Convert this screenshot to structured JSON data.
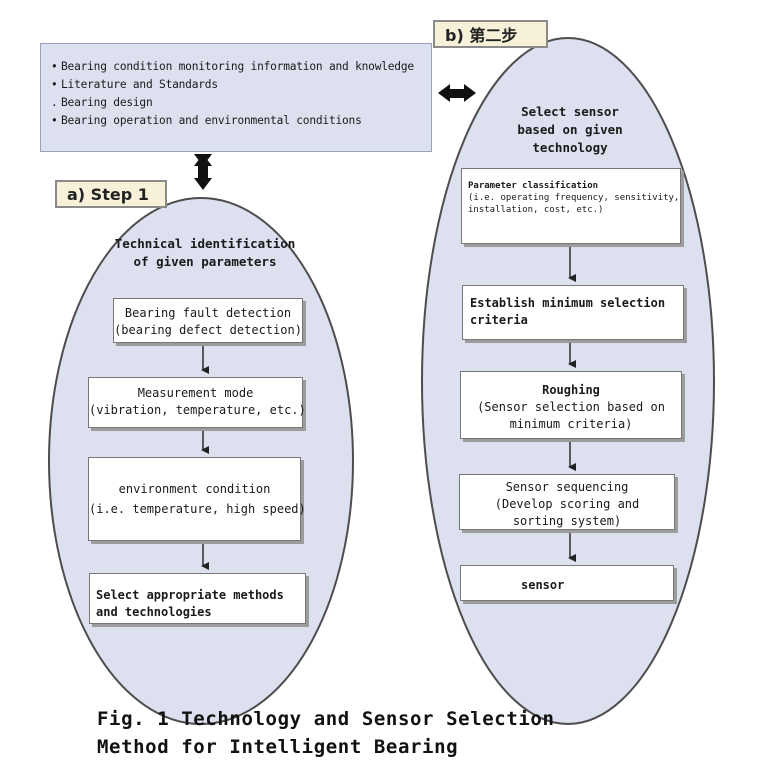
{
  "info_box": {
    "lines": [
      {
        "bullet": "•",
        "text": "Bearing condition monitoring information and knowledge"
      },
      {
        "bullet": "•",
        "text": "Literature and Standards"
      },
      {
        "bullet": ".",
        "text": "Bearing design"
      },
      {
        "bullet": "•",
        "text": "Bearing operation and environmental conditions"
      }
    ]
  },
  "step_a": {
    "tag": "a) Step 1",
    "heading_line1": "Technical identification",
    "heading_line2": "of given parameters",
    "boxes": [
      {
        "line1": "Bearing fault detection",
        "line2": "(bearing defect detection)"
      },
      {
        "line1": "Measurement mode",
        "line2": "(vibration, temperature, etc.)"
      },
      {
        "line1": "environment condition",
        "line2": "(i.e. temperature, high speed)"
      },
      {
        "line1": "Select appropriate methods",
        "line2": "and technologies"
      }
    ]
  },
  "step_b": {
    "tag": "b) 第二步",
    "heading_line1": "Select sensor",
    "heading_line2": "based on given",
    "heading_line3": "technology",
    "boxes": [
      {
        "line1": "Parameter classification",
        "line2": "(i.e. operating frequency, sensitivity,",
        "line3": "installation, cost, etc.)"
      },
      {
        "line1": "Establish minimum selection",
        "line2": "criteria"
      },
      {
        "line1": "Roughing",
        "line2": "(Sensor selection based on",
        "line3": "minimum criteria)"
      },
      {
        "line1": "Sensor sequencing",
        "line2": "(Develop scoring and",
        "line3": "sorting system)"
      },
      {
        "line1": "sensor"
      }
    ]
  },
  "caption": {
    "line1": "Fig. 1 Technology and Sensor Selection",
    "line2": "Method for Intelligent Bearing"
  },
  "colors": {
    "panel_fill": "#dde0ef",
    "panel_stroke": "#5a5a5a",
    "tag_fill": "#f6f1d8",
    "arrow": "#111111"
  }
}
